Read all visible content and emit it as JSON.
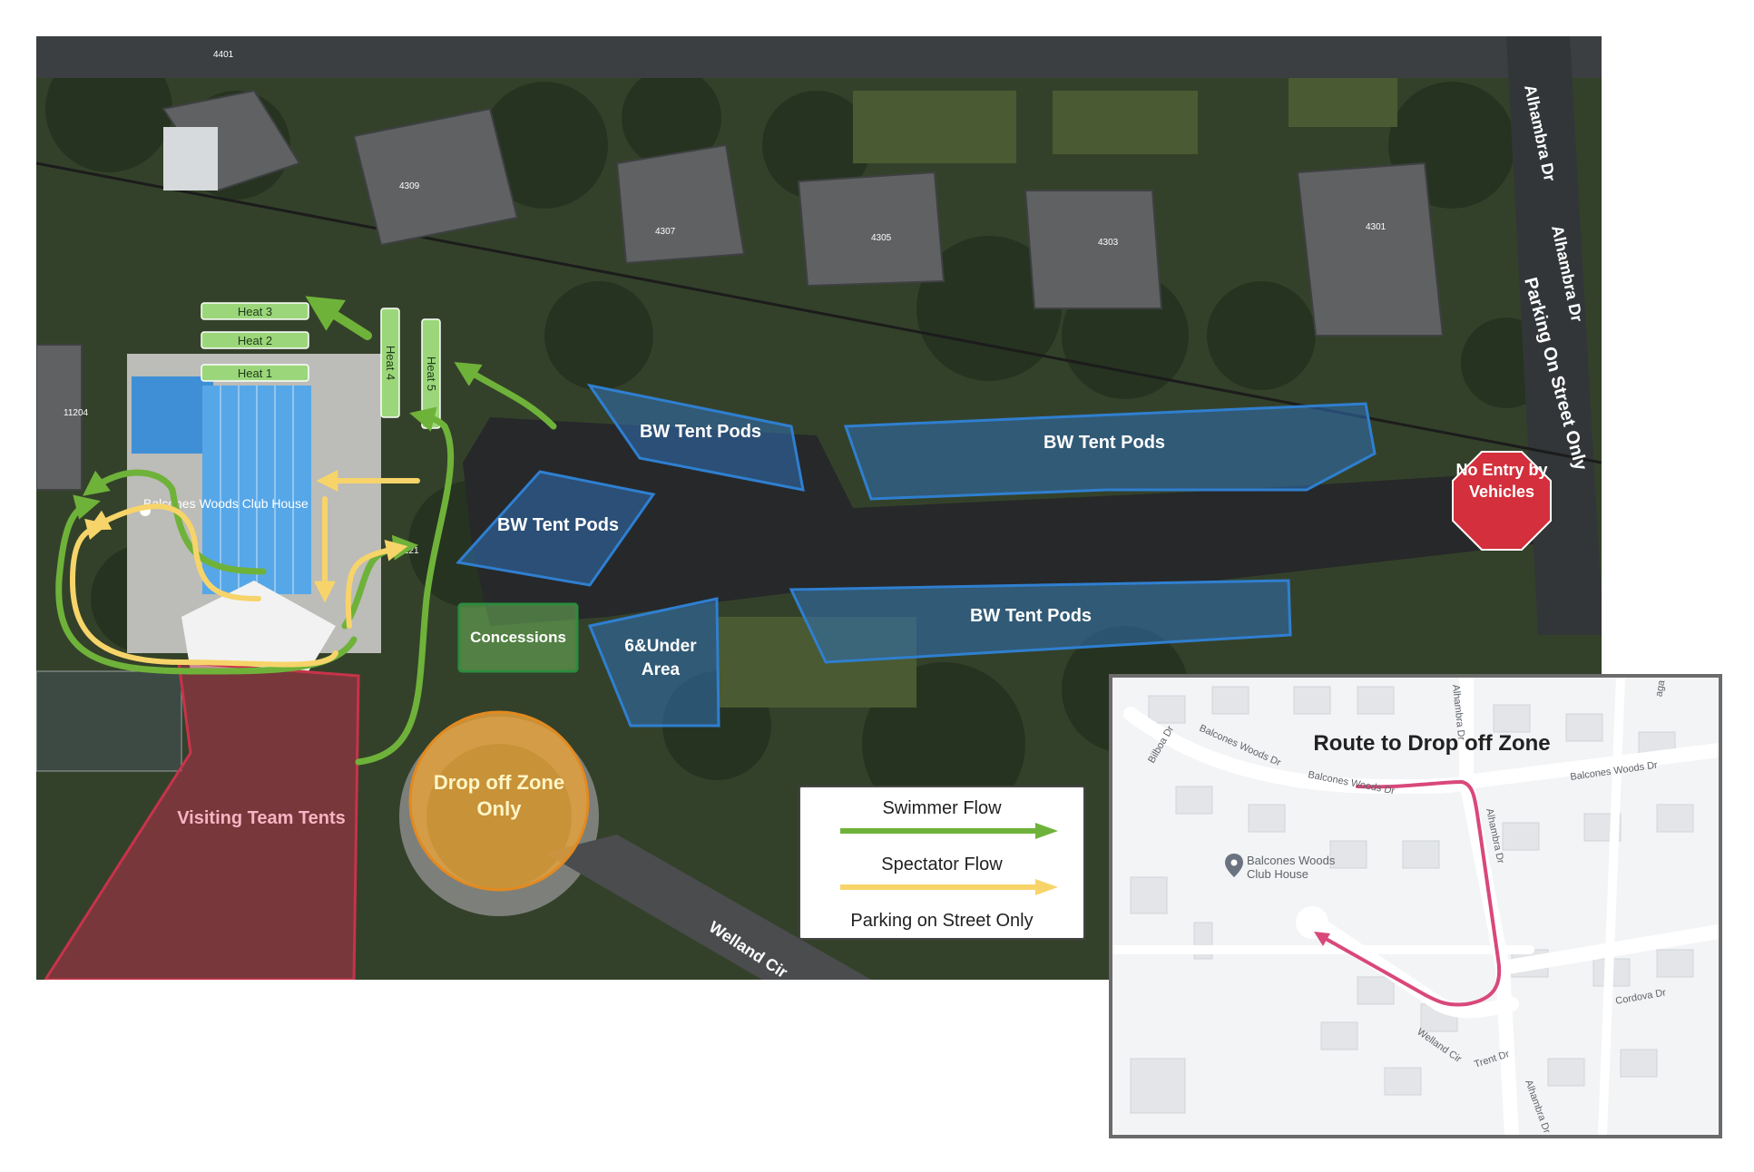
{
  "map": {
    "street_labels": {
      "alhambra_top": "Alhambra Dr",
      "alhambra_right": "Alhambra Dr",
      "parking_street": "Parking On Street Only",
      "welland": "Welland Cir"
    },
    "house_numbers": [
      "4401",
      "4309",
      "4307",
      "4305",
      "4303",
      "4301",
      "11204",
      "1121"
    ],
    "club_house": "Balcones Woods Club House",
    "heats": [
      "Heat 1",
      "Heat 2",
      "Heat 3",
      "Heat 4",
      "Heat 5"
    ],
    "zones": {
      "bw_tent_pods": "BW Tent Pods",
      "concessions": "Concessions",
      "six_under": "6&Under Area",
      "drop_off": "Drop off Zone Only",
      "visiting_team": "Visiting Team Tents",
      "no_entry": "No Entry by Vehicles"
    }
  },
  "legend": {
    "swimmer_flow": "Swimmer Flow",
    "spectator_flow": "Spectator Flow",
    "parking": "Parking on Street Only"
  },
  "inset": {
    "title": "Route to Drop off Zone",
    "streets": {
      "bilboa": "Bilboa Dr",
      "balcones_1": "Balcones Woods Dr",
      "balcones_2": "Balcones Woods Dr",
      "balcones_3": "Balcones Woods Dr",
      "alhambra_top": "Alhambra Dr",
      "alhambra_mid": "Alhambra Dr",
      "alhambra_bottom": "Alhambra Dr",
      "cordova": "Cordova Dr",
      "trent": "Trent Dr",
      "welland": "Welland Cir",
      "aga": "aga Dr"
    },
    "place": "Balcones Woods Club House"
  },
  "colors": {
    "swimmer": "#6fb23a",
    "spectator": "#f7d46a",
    "tent_pods": "#2f6fb5",
    "concessions": "#2e8b3e",
    "visiting": "#b03048",
    "drop_off": "#e8a23c",
    "no_entry": "#d32f3c",
    "route": "#d9487a"
  }
}
